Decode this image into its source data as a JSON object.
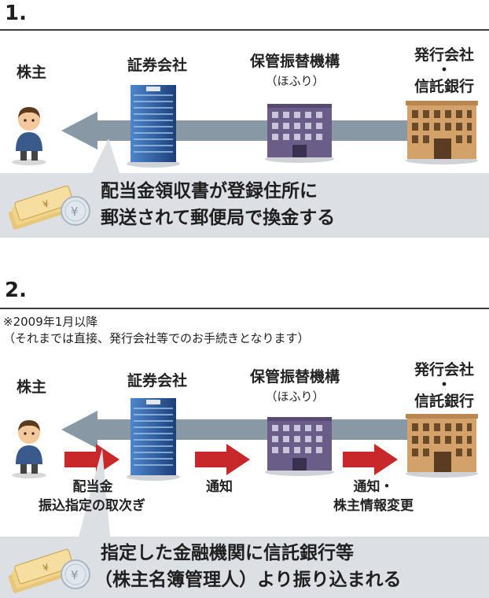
{
  "section1": {
    "number": "1.",
    "labels": {
      "shareholder": "株主",
      "securities": "証券会社",
      "hofuri": "保管振替機構",
      "hofuri_sub": "（ほふり）",
      "issuer_line1": "発行会社",
      "issuer_dot": "・",
      "issuer_line2": "信託銀行"
    },
    "band_lines": [
      "配当金領収書が登録住所に",
      "郵送されて郵便局で換金する"
    ]
  },
  "section2": {
    "number": "2.",
    "note_lines": [
      "※2009年1月以降",
      "（それまでは直接、発行会社等でのお手続きとなります）"
    ],
    "labels": {
      "shareholder": "株主",
      "securities": "証券会社",
      "hofuri": "保管振替機構",
      "hofuri_sub": "（ほふり）",
      "issuer_line1": "発行会社",
      "issuer_dot": "・",
      "issuer_line2": "信託銀行"
    },
    "flow_labels": {
      "first_line1": "配当金",
      "first_line2": "振込指定の取次ぎ",
      "second": "通知",
      "third_line1": "通知・",
      "third_line2": "株主情報変更"
    },
    "band_lines": [
      "指定した金融機関に信託銀行等",
      "（株主名簿管理人）より振り込まれる"
    ]
  },
  "colors": {
    "gray_arrow": "#8898a4",
    "red_arrow": "#c8282a",
    "band": "#dcdfe3"
  },
  "icons": [
    "person-icon",
    "office-tower-icon",
    "purple-building-icon",
    "tan-building-icon",
    "money-bundle-icon"
  ]
}
